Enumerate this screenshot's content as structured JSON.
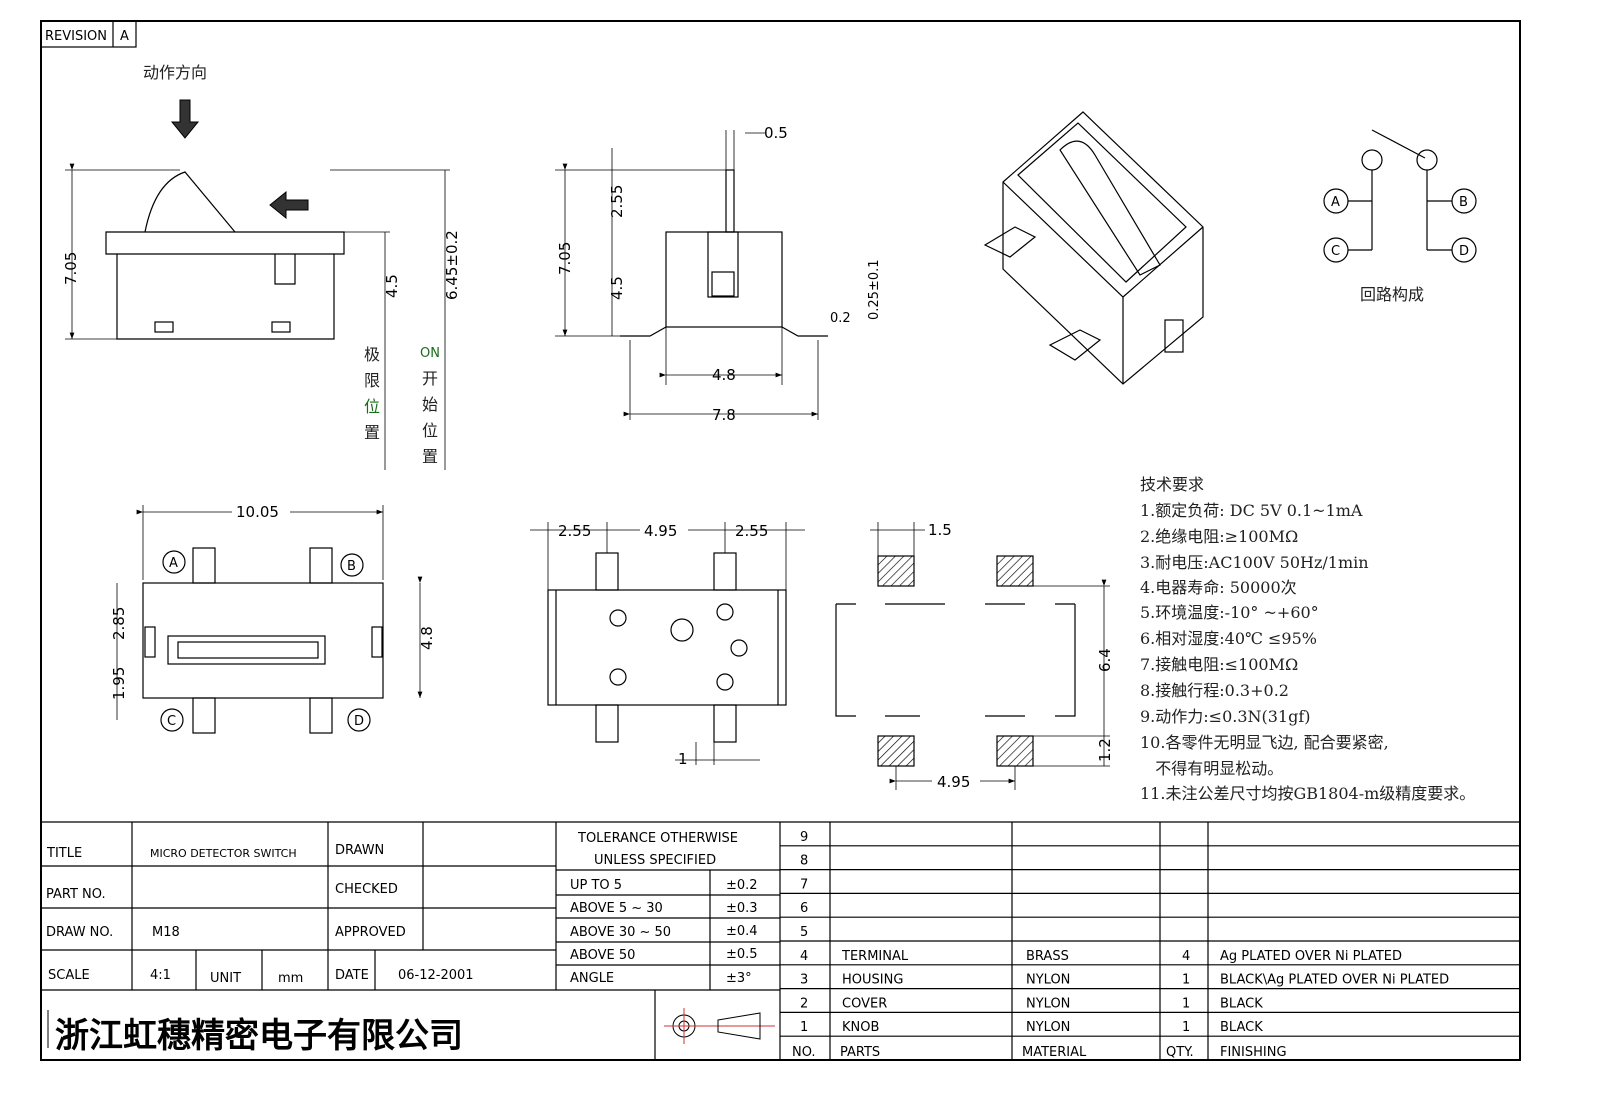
{
  "revision": {
    "label": "REVISION",
    "value": "A"
  },
  "side_view": {
    "action_direction": "动作方向",
    "dims": {
      "height": "7.05",
      "body": "4.5",
      "on_height": "6.45±0.2"
    },
    "limit_position": [
      "极",
      "限",
      "位",
      "置"
    ],
    "on_label": "ON",
    "start_position": [
      "开",
      "始",
      "位",
      "置"
    ]
  },
  "front_view": {
    "dims": {
      "lever_width": "0.5",
      "lever": "2.55",
      "height": "7.05",
      "body": "4.5",
      "inner": "4.8",
      "outer": "7.8",
      "thick": "0.2",
      "lead": "0.25±0.1"
    }
  },
  "circuit": {
    "terminals": [
      "A",
      "B",
      "C",
      "D"
    ],
    "caption": "回路构成"
  },
  "top_view": {
    "dims": {
      "length": "10.05",
      "upper": "2.85",
      "lower": "1.95",
      "width": "4.8"
    },
    "terminals": [
      "A",
      "B",
      "C",
      "D"
    ]
  },
  "bottom_view": {
    "dims": {
      "left": "2.55",
      "mid": "4.95",
      "right": "2.55",
      "pin": "1"
    }
  },
  "pcb_layout": {
    "dims": {
      "pad": "1.5",
      "height": "6.4",
      "pad_h": "1.2",
      "pitch": "4.95"
    }
  },
  "tech_requirements": {
    "title": "技术要求",
    "items": [
      "1.额定负荷: DC 5V  0.1~1mA",
      "2.绝缘电阻:≥100MΩ",
      "3.耐电压:AC100V 50Hz/1min",
      "4.电器寿命: 50000次",
      "5.环境温度:-10°  ~+60°",
      "6.相对湿度:40℃   ≤95%",
      "7.接触电阻:≤100MΩ",
      "8.接触行程:0.3+0.2",
      "9.动作力:≤0.3N(31gf)",
      "10.各零件无明显飞边, 配合要紧密,",
      "   不得有明显松动。",
      "11.未注公差尺寸均按GB1804-m级精度要求。"
    ]
  },
  "title_block": {
    "title_label": "TITLE",
    "title_value": "MICRO DETECTOR SWITCH",
    "part_no_label": "PART NO.",
    "part_no_value": "",
    "draw_no_label": "DRAW NO.",
    "draw_no_value": "M18",
    "scale_label": "SCALE",
    "scale_value": "4:1",
    "unit_label": "UNIT",
    "unit_value": "mm",
    "drawn_label": "DRAWN",
    "checked_label": "CHECKED",
    "approved_label": "APPROVED",
    "date_label": "DATE",
    "date_value": "06-12-2001",
    "company": "浙江虹穗精密电子有限公司"
  },
  "tolerance": {
    "header1": "TOLERANCE OTHERWISE",
    "header2": "UNLESS SPECIFIED",
    "rows": [
      {
        "range": "UP TO 5",
        "tol": "±0.2"
      },
      {
        "range": "ABOVE 5 ~ 30",
        "tol": "±0.3"
      },
      {
        "range": "ABOVE 30 ~ 50",
        "tol": "±0.4"
      },
      {
        "range": "ABOVE 50",
        "tol": "±0.5"
      },
      {
        "range": "ANGLE",
        "tol": "±3°"
      }
    ]
  },
  "parts_list": {
    "headers": {
      "no": "NO.",
      "parts": "PARTS",
      "material": "MATERIAL",
      "qty": "QTY.",
      "finishing": "FINISHING"
    },
    "rows": [
      {
        "no": "9",
        "part": "",
        "material": "",
        "qty": "",
        "finishing": ""
      },
      {
        "no": "8",
        "part": "",
        "material": "",
        "qty": "",
        "finishing": ""
      },
      {
        "no": "7",
        "part": "",
        "material": "",
        "qty": "",
        "finishing": ""
      },
      {
        "no": "6",
        "part": "",
        "material": "",
        "qty": "",
        "finishing": ""
      },
      {
        "no": "5",
        "part": "",
        "material": "",
        "qty": "",
        "finishing": ""
      },
      {
        "no": "4",
        "part": "TERMINAL",
        "material": "BRASS",
        "qty": "4",
        "finishing": "Ag PLATED OVER Ni PLATED"
      },
      {
        "no": "3",
        "part": "HOUSING",
        "material": "NYLON",
        "qty": "1",
        "finishing": "BLACK\\Ag PLATED OVER Ni PLATED"
      },
      {
        "no": "2",
        "part": "COVER",
        "material": "NYLON",
        "qty": "1",
        "finishing": "BLACK"
      },
      {
        "no": "1",
        "part": "KNOB",
        "material": "NYLON",
        "qty": "1",
        "finishing": "BLACK"
      }
    ]
  }
}
